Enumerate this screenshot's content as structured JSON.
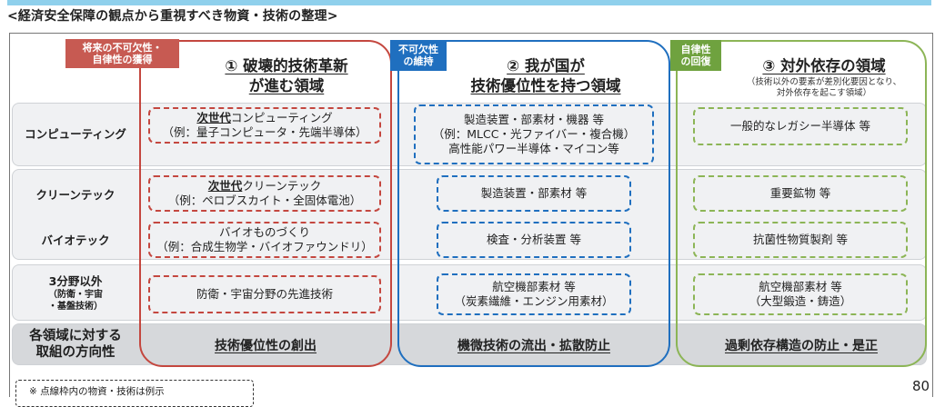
{
  "page_title": "<経済安全保障の観点から重視すべき物資・技術の整理>",
  "row_labels": {
    "computing": "コンピューティング",
    "cleantech": "クリーンテック",
    "biotech": "バイオテック",
    "other_main": "3分野以外",
    "other_sub1": "（防衛・宇宙",
    "other_sub2": "・基盤技術）",
    "direction_line1": "各領域に対する",
    "direction_line2": "取組の方向性"
  },
  "columns": {
    "red": {
      "tag_line1": "将来の不可欠性・",
      "tag_line2": "自律性の獲得",
      "title_line1": "① 破壊的技術革新",
      "title_line2": "が進む領域",
      "computing_em": "次世代",
      "computing_rest": "コンピューティング",
      "computing_ex": "（例：量子コンピュータ・先端半導体）",
      "cleantech_em": "次世代",
      "cleantech_rest": "クリーンテック",
      "cleantech_ex": "（例：ペロブスカイト・全固体電池）",
      "biotech_l1": "バイオものづくり",
      "biotech_l2": "（例：合成生物学・バイオファウンドリ）",
      "other": "防衛・宇宙分野の先進技術",
      "direction": "技術優位性の創出"
    },
    "blue": {
      "tag_line1": "不可欠性",
      "tag_line2": "の維持",
      "title_line1": "② 我が国が",
      "title_line2": "技術優位性を持つ領域",
      "computing_l1": "製造装置・部素材・機器 等",
      "computing_l2": "（例：MLCC・光ファイバー・複合機）",
      "computing_l3": "高性能パワー半導体・マイコン等",
      "cleantech": "製造装置・部素材 等",
      "biotech": "検査・分析装置 等",
      "other_l1": "航空機部素材 等",
      "other_l2": "（炭素繊維・エンジン用素材）",
      "direction": "機微技術の流出・拡散防止"
    },
    "green": {
      "tag_line1": "自律性",
      "tag_line2": "の回復",
      "title_line1": "③ 対外依存の領域",
      "note_line1": "（技術以外の要素が差別化要因となり、",
      "note_line2": "対外依存を起こす領域）",
      "computing": "一般的なレガシー半導体 等",
      "cleantech": "重要鉱物 等",
      "biotech": "抗菌性物質製剤 等",
      "other_l1": "航空機部素材 等",
      "other_l2": "（大型鍛造・鋳造）",
      "direction": "過剰依存構造の防止・是正"
    }
  },
  "footnote": "※ 点線枠内の物資・技術は例示",
  "page_number": "80",
  "colors": {
    "red": "#c4473f",
    "blue": "#1f6fbf",
    "green": "#8cb556",
    "band": "#f0f1f3",
    "band_bottom": "#d6d8db",
    "topbar": "#8fd0ec"
  }
}
